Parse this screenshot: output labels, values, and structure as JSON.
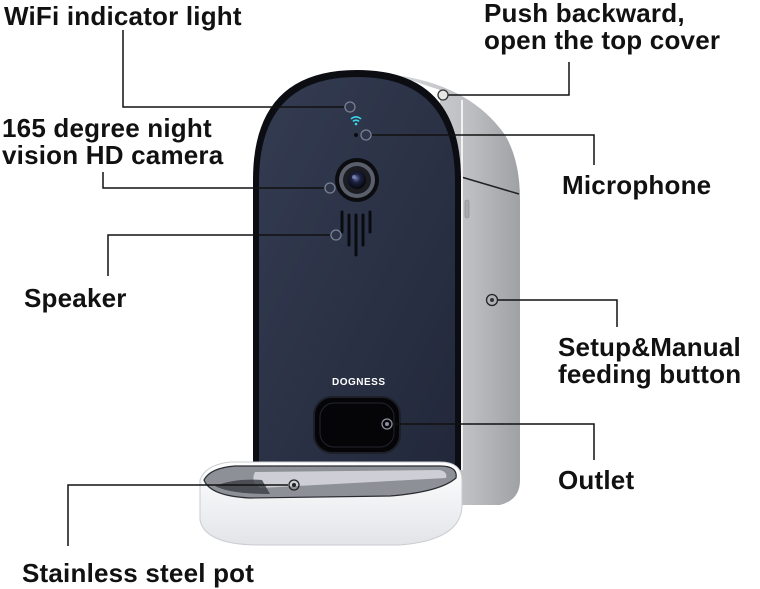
{
  "title": "Pet feeder component diagram",
  "brand": "DOGNESS",
  "colors": {
    "front_panel": "#2b3245",
    "panel_edge": "#0d0f14",
    "side_body": "#b9bbbf",
    "pot": "#f4f5f7",
    "wifi_led": "#3ad6e8",
    "callout_line": "#111111"
  },
  "callouts": [
    {
      "id": "wifi",
      "lines": [
        "WiFi indicator light"
      ]
    },
    {
      "id": "top-cover",
      "lines": [
        "Push backward,",
        "open the top cover"
      ]
    },
    {
      "id": "camera",
      "lines": [
        "165 degree night",
        "vision HD camera"
      ]
    },
    {
      "id": "microphone",
      "lines": [
        "Microphone"
      ]
    },
    {
      "id": "speaker",
      "lines": [
        "Speaker"
      ]
    },
    {
      "id": "setup-button",
      "lines": [
        "Setup&Manual",
        "feeding button"
      ]
    },
    {
      "id": "outlet",
      "lines": [
        "Outlet"
      ]
    },
    {
      "id": "pot",
      "lines": [
        "Stainless steel pot"
      ]
    }
  ]
}
